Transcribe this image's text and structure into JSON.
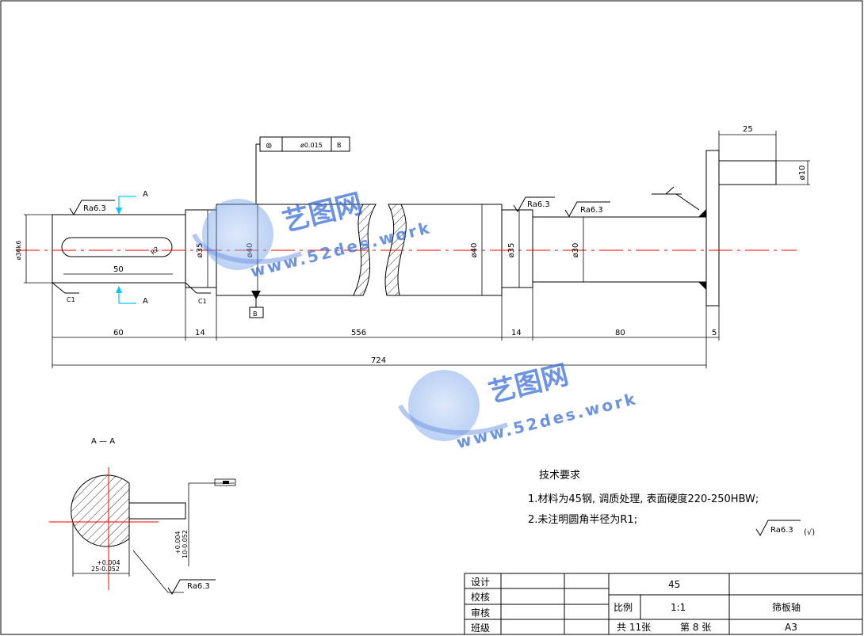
{
  "dimensions": {
    "overall_length": "724",
    "seg_keyed": "60",
    "seg_step1": "14",
    "seg_main": "556",
    "seg_step2": "14",
    "seg_end": "80",
    "seg_flange": "5",
    "key_length": "50",
    "key_radius": "R2",
    "dia_keyed": "ø36k6",
    "dia_35_left": "ø35",
    "dia_40_left": "ø40",
    "dia_40_right": "ø40",
    "dia_35_right": "ø35",
    "dia_30": "ø30",
    "dia_10": "ø10",
    "pin_length": "25",
    "chamfer_1": "C1",
    "chamfer_2": "C1"
  },
  "roughness": {
    "r1": "Ra6.3",
    "r2": "Ra6.3",
    "r3": "Ra6.3",
    "section": "Ra6.3",
    "general": "Ra6.3",
    "general_note": "(√)"
  },
  "tolerance_frame": {
    "symbol": "⊚",
    "value": "ø0.015",
    "datum": "B"
  },
  "datum_label": "B",
  "section_marks": {
    "top": "A",
    "bottom": "A",
    "title": "A — A"
  },
  "section_dims": {
    "width": "25-0.052",
    "width_tol_upper": "+0.004",
    "height": "10-0.052",
    "height_tol_upper": "+0.004"
  },
  "tech_requirements": {
    "title": "技术要求",
    "item1": "1.材料为45钢, 调质处理, 表面硬度220-250HBW;",
    "item2": "2.未注明圆角半径为R1;"
  },
  "title_block": {
    "row_design": "设计",
    "row_check": "校核",
    "row_review": "审核",
    "row_class": "班级",
    "material": "45",
    "scale_label": "比例",
    "scale_value": "1:1",
    "part_name": "筛板轴",
    "total_sheets": "共 11张",
    "sheet_no": "第 8 张",
    "paper": "A3"
  },
  "watermark": {
    "cn": "艺图网",
    "url": "www.52des.work"
  },
  "colors": {
    "line": "#000000",
    "centerline": "#ff0000",
    "cutting_arrow": "#00c8ff",
    "watermark": "#3a6fd8"
  }
}
